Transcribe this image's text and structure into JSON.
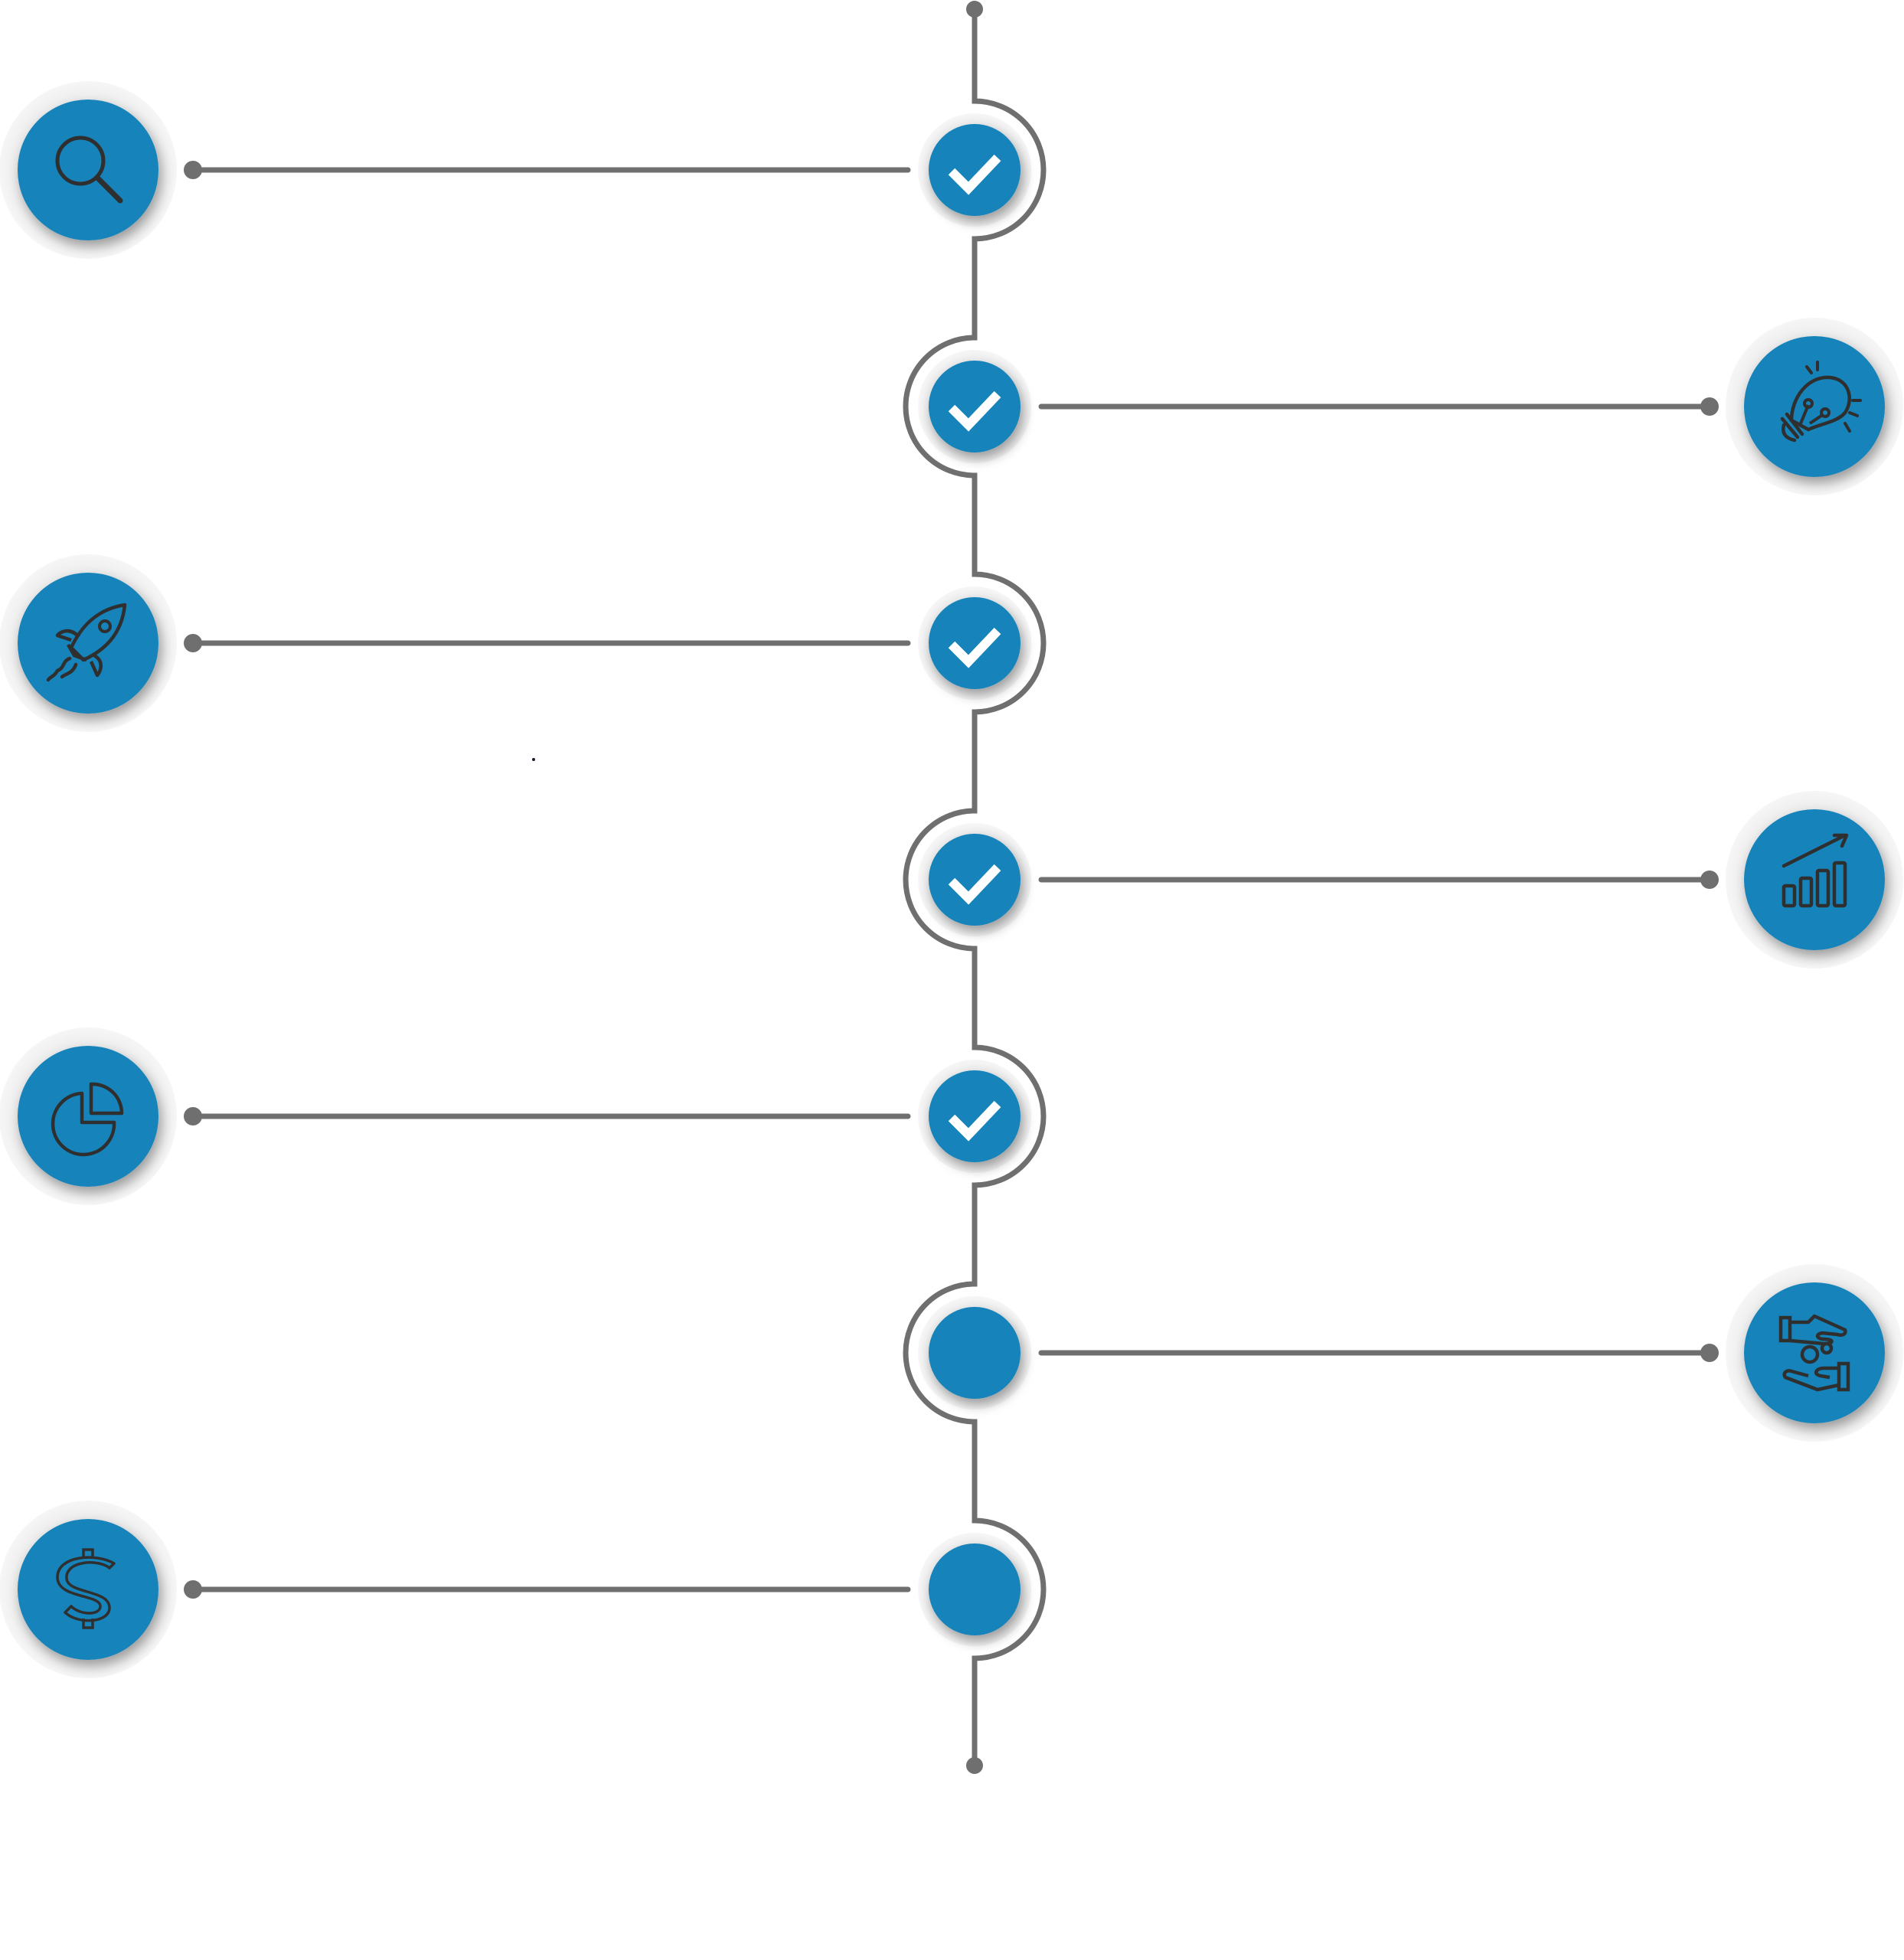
{
  "diagram": {
    "type": "vertical-timeline",
    "colors": {
      "node_fill": "#1783BA",
      "line": "#6F6F6F",
      "icon_stroke": "#2F2F2F",
      "check": "#FFFFFF",
      "halo": "#EEEEEE"
    },
    "steps": [
      {
        "index": 1,
        "side": "left",
        "icon": "search-icon",
        "completed": true
      },
      {
        "index": 2,
        "side": "right",
        "icon": "lightbulb-icon",
        "completed": true
      },
      {
        "index": 3,
        "side": "left",
        "icon": "rocket-icon",
        "completed": true
      },
      {
        "index": 4,
        "side": "right",
        "icon": "growth-chart-icon",
        "completed": true
      },
      {
        "index": 5,
        "side": "left",
        "icon": "pie-chart-icon",
        "completed": true
      },
      {
        "index": 6,
        "side": "right",
        "icon": "hands-coins-icon",
        "completed": false
      },
      {
        "index": 7,
        "side": "left",
        "icon": "dollar-icon",
        "completed": false
      }
    ]
  }
}
